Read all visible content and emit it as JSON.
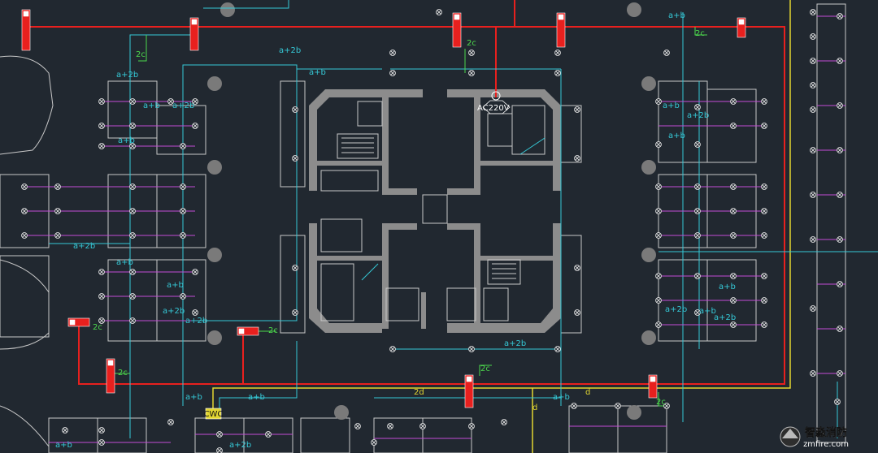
{
  "colors": {
    "background": "#212830",
    "fire_alarm_bus": "#e8201e",
    "linkage_bus": "#e2d631",
    "detector_loop": "#35c8d6",
    "branch_wire": "#c34bd6",
    "label_green": "#4cd94c",
    "wall": "#8c8c8c",
    "outline": "#c8c8c8"
  },
  "labels": {
    "ab": "a+b",
    "a2b": "a+2b",
    "c2": "2c",
    "d2": "2d",
    "d": "d",
    "ac220": "AC220V",
    "junction": "CWC"
  },
  "watermark": {
    "title": "智淼消防",
    "url": "zmfire.com"
  }
}
